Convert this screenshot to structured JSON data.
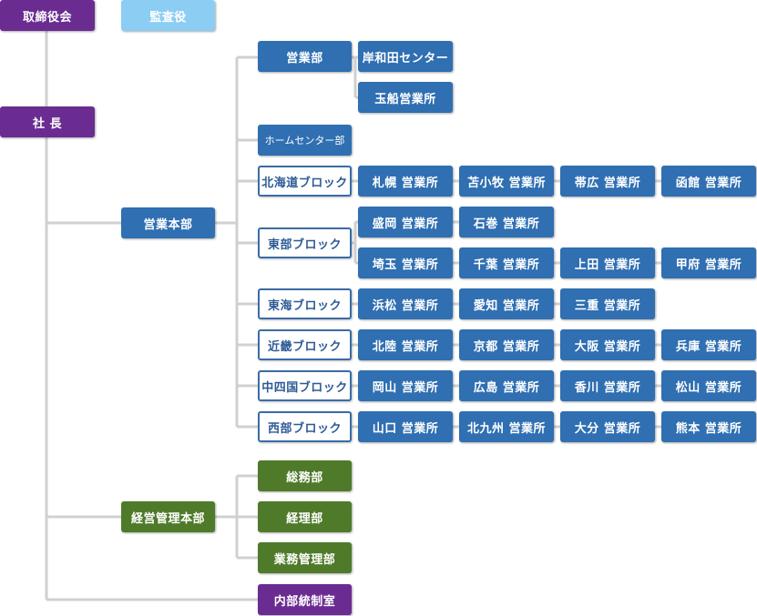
{
  "board": "取締役会",
  "auditor": "監査役",
  "president": "社 長",
  "sales_hq": {
    "label": "営業本部",
    "sales_dept": "営業部",
    "kishiwada": "岸和田センター",
    "tamafune": "玉船営業所",
    "home_center": "ホームセンター部",
    "hokkaido": {
      "label": "北海道ブロック",
      "offices": [
        "札幌 営業所",
        "苫小牧 営業所",
        "帯広 営業所",
        "函館 営業所"
      ]
    },
    "tobu": {
      "label": "東部ブロック",
      "offices_row1": [
        "盛岡 営業所",
        "石巻 営業所"
      ],
      "offices_row2": [
        "埼玉 営業所",
        "千葉 営業所",
        "上田 営業所",
        "甲府 営業所"
      ]
    },
    "tokai": {
      "label": "東海ブロック",
      "offices": [
        "浜松 営業所",
        "愛知 営業所",
        "三重 営業所"
      ]
    },
    "kinki": {
      "label": "近畿ブロック",
      "offices": [
        "北陸 営業所",
        "京都 営業所",
        "大阪 営業所",
        "兵庫 営業所"
      ]
    },
    "chushikoku": {
      "label": "中四国ブロック",
      "offices": [
        "岡山 営業所",
        "広島 営業所",
        "香川 営業所",
        "松山 営業所"
      ]
    },
    "seibu": {
      "label": "西部ブロック",
      "offices": [
        "山口 営業所",
        "北九州 営業所",
        "大分 営業所",
        "熊本 営業所"
      ]
    }
  },
  "admin_hq": {
    "label": "経営管理本部",
    "general_affairs": "総務部",
    "accounting": "経理部",
    "business_management": "業務管理部"
  },
  "internal_control": "内部統制室",
  "colors": {
    "executive": "#6b2c91",
    "auditor": "#8ccdf3",
    "sales": "#2f6fb2",
    "admin": "#4f7a2a",
    "line": "#d0d0d0"
  }
}
